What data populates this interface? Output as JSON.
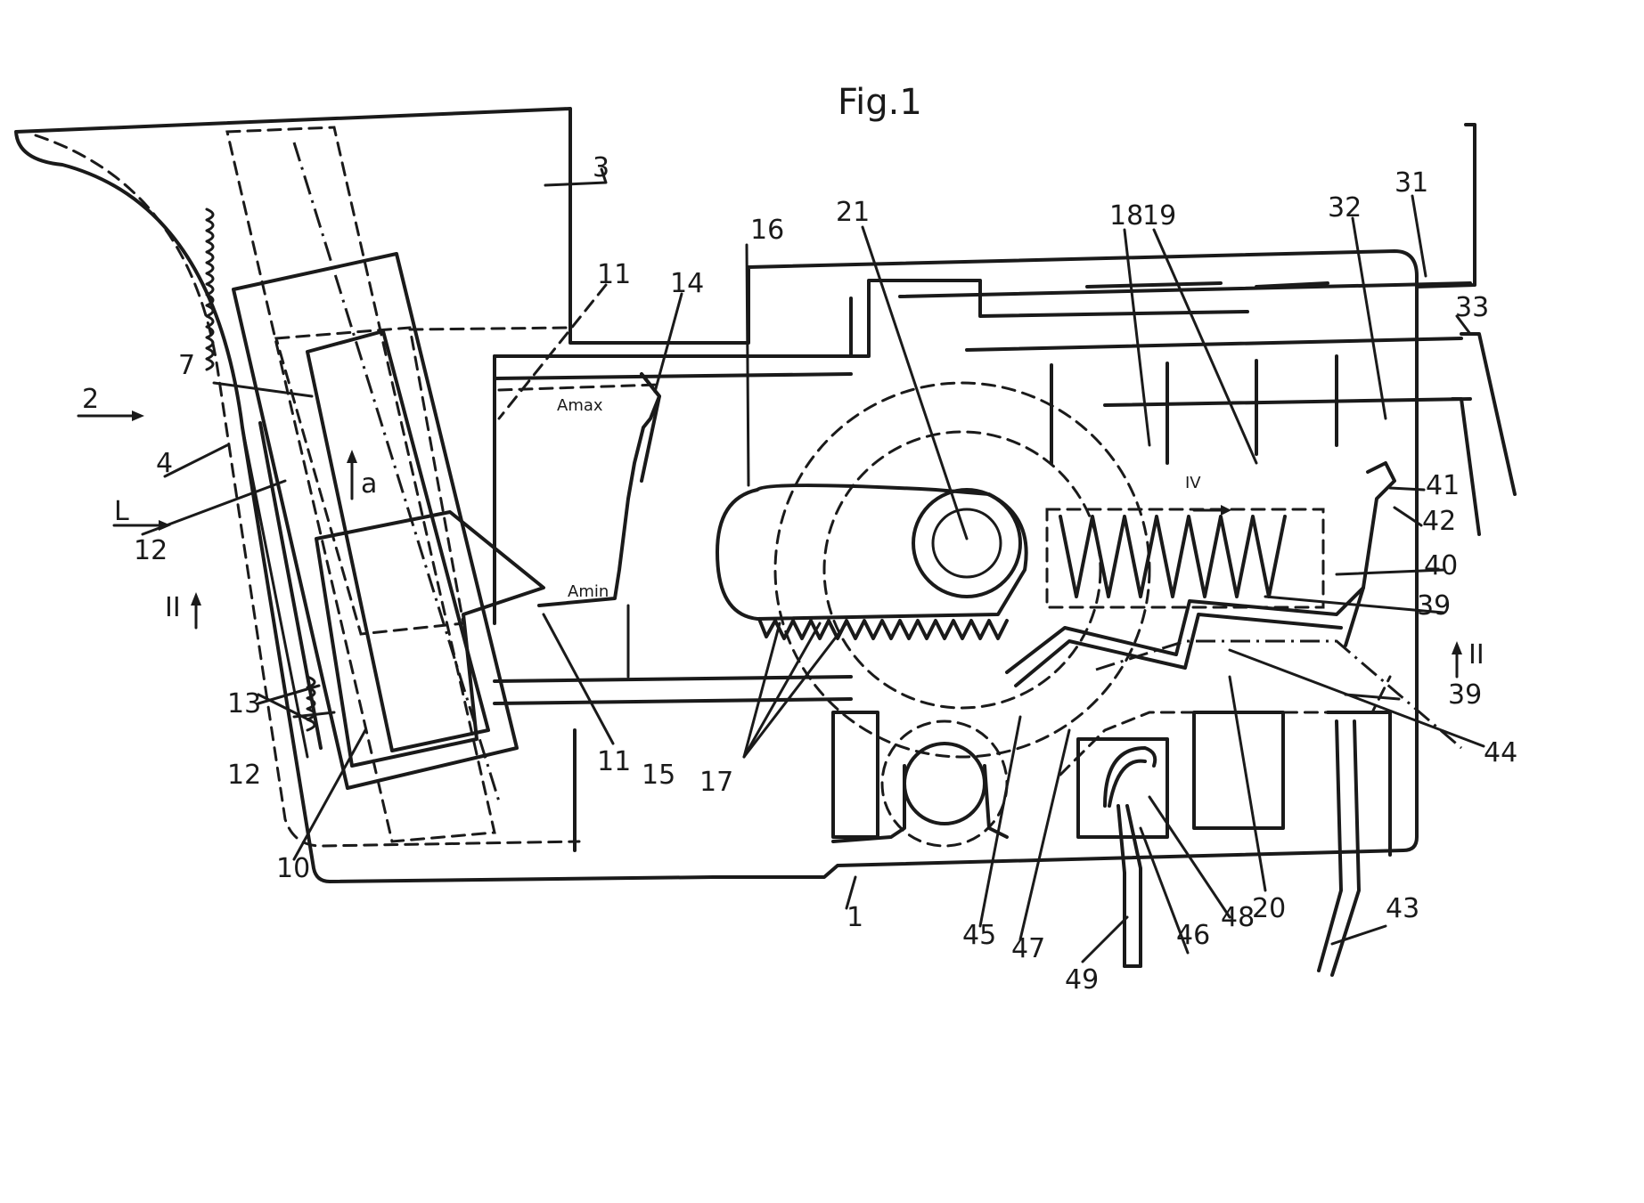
{
  "figure": {
    "title": "Fig.1",
    "labels": {
      "l1": "1",
      "l2": "2",
      "l3": "3",
      "l4": "4",
      "l7": "7",
      "l10": "10",
      "l11a": "11",
      "l11b": "11",
      "l12a": "12",
      "l12b": "12",
      "l13": "13",
      "l14": "14",
      "l15": "15",
      "l16": "16",
      "l17": "17",
      "l18": "18",
      "l19": "19",
      "l20": "20",
      "l21": "21",
      "l31": "31",
      "l32": "32",
      "l33": "33",
      "l39a": "39",
      "l39b": "39",
      "l40": "40",
      "l41": "41",
      "l42": "42",
      "l43": "43",
      "l44": "44",
      "l45": "45",
      "l46": "46",
      "l47": "47",
      "l48": "48",
      "l49": "49",
      "la": "a",
      "lL": "L",
      "lII_left": "II",
      "lII_right": "II",
      "lIV": "IV",
      "amax": "Amax",
      "amin": "Amin"
    }
  }
}
